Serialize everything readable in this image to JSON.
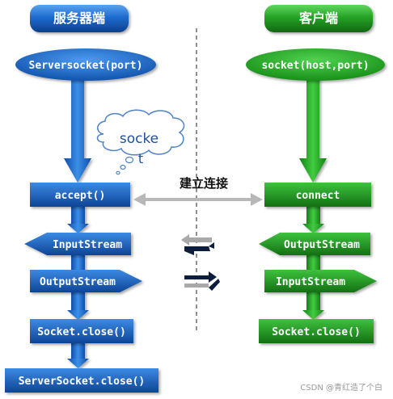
{
  "server": {
    "header": "服务器端",
    "start": "Serversocket(port)",
    "accept": "accept()",
    "input": "InputStream",
    "output": "OutputStream",
    "close": "Socket.close()",
    "server_close": "ServerSocket.close()",
    "cloud_line1": "socke",
    "cloud_line2": "t"
  },
  "client": {
    "header": "客户端",
    "start": "socket(host,port)",
    "connect": "connect",
    "output": "OutputStream",
    "input": "InputStream",
    "close": "Socket.close()"
  },
  "middle": {
    "connection_label": "建立连接"
  },
  "footer": {
    "watermark": "CSDN @青红造了个白"
  },
  "colors": {
    "server_blue": "#1e6fd0",
    "client_green": "#2ab02a",
    "arrow_grey": "#b8b8b8",
    "arrow_navy": "#0d1d3d"
  }
}
